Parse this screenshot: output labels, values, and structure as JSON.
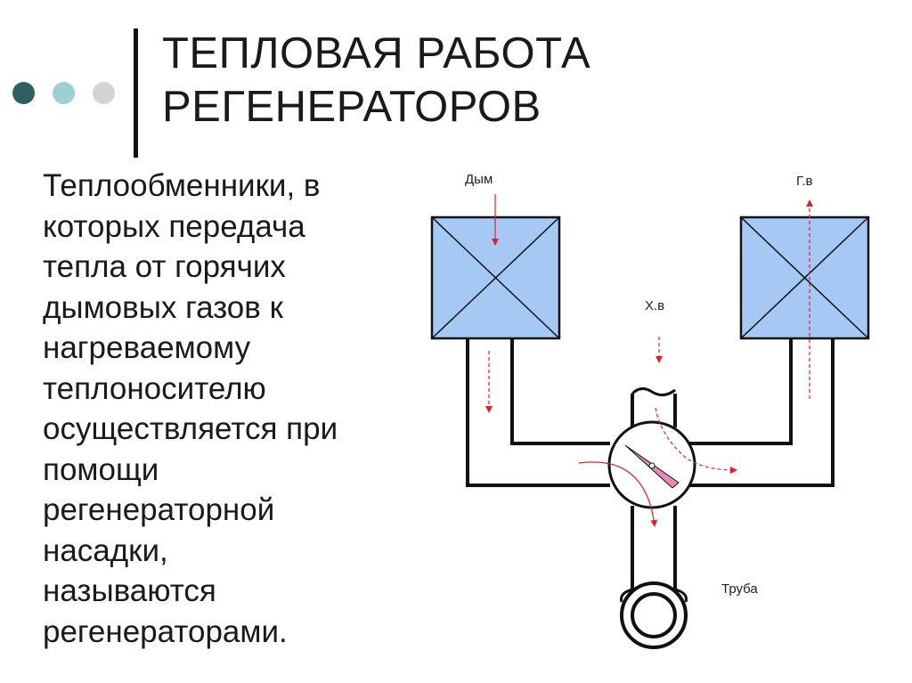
{
  "slide": {
    "title_lines": [
      "ТЕПЛОВАЯ РАБОТА",
      "РЕГЕНЕРАТОРОВ"
    ],
    "body_lines": [
      "Теплообменники, в",
      "которых передача",
      "тепла от горячих",
      "дымовых газов к",
      "нагреваемому",
      "теплоносителю",
      "осуществляется при",
      "помощи",
      "регенераторной",
      "насадки,",
      "называются",
      "регенераторами."
    ]
  },
  "diagram": {
    "labels": {
      "smoke": "Дым",
      "hot_air": "Г.в",
      "cold_air": "Х.в",
      "pipe": "Труба"
    },
    "colors": {
      "regenerator_fill": "#a6c8f5",
      "flow_arrow": "#e0202a",
      "valve_blade": "#e58ab8"
    }
  }
}
